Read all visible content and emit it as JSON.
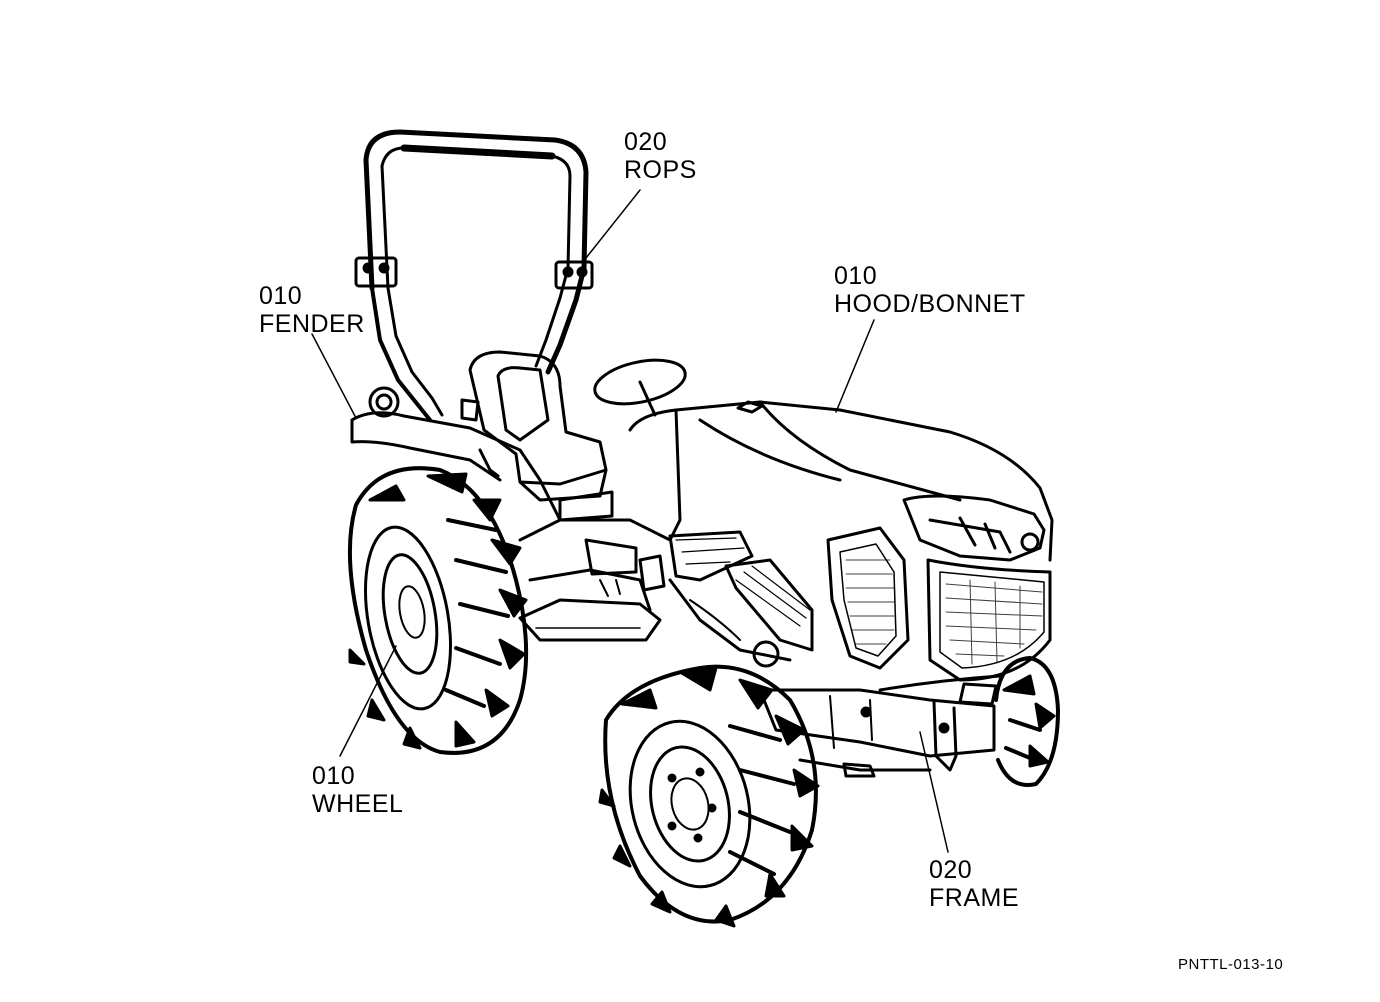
{
  "callouts": {
    "rops": {
      "code": "020",
      "label": "ROPS"
    },
    "fender": {
      "code": "010",
      "label": "FENDER"
    },
    "hood": {
      "code": "010",
      "label": "HOOD/BONNET"
    },
    "wheel": {
      "code": "010",
      "label": "WHEEL"
    },
    "frame": {
      "code": "020",
      "label": "FRAME"
    }
  },
  "drawing_code": "PNTTL-013-10",
  "colors": {
    "ink": "#000000",
    "paper": "#ffffff"
  }
}
